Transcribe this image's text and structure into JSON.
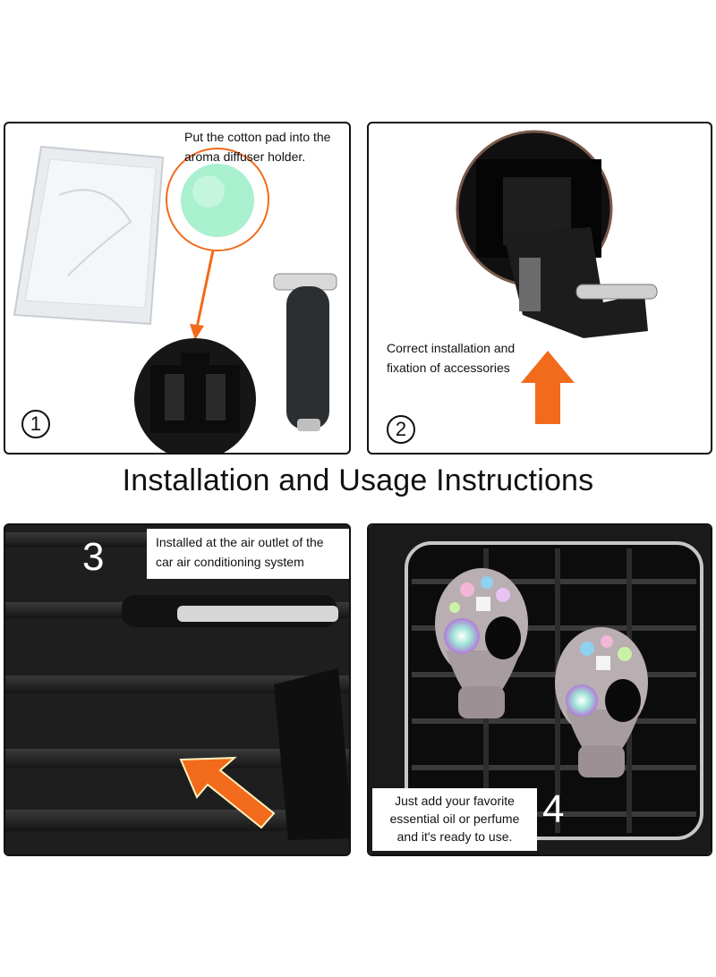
{
  "title": "Installation and Usage Instructions",
  "steps": [
    {
      "number": "1",
      "caption": [
        "Put the cotton pad into the",
        "aroma diffuser holder."
      ]
    },
    {
      "number": "2",
      "caption": [
        "Correct installation and",
        "fixation of accessories"
      ]
    },
    {
      "number": "3",
      "caption": [
        "Installed at the air outlet of the",
        "car air conditioning system"
      ]
    },
    {
      "number": "4",
      "caption": [
        "Just add your favorite",
        "essential oil or perfume",
        "and it's ready to use."
      ]
    }
  ],
  "colors": {
    "accent_orange": "#f26a1b",
    "pad_green": "#a9f0cf",
    "dark": "#1b1b1b"
  }
}
